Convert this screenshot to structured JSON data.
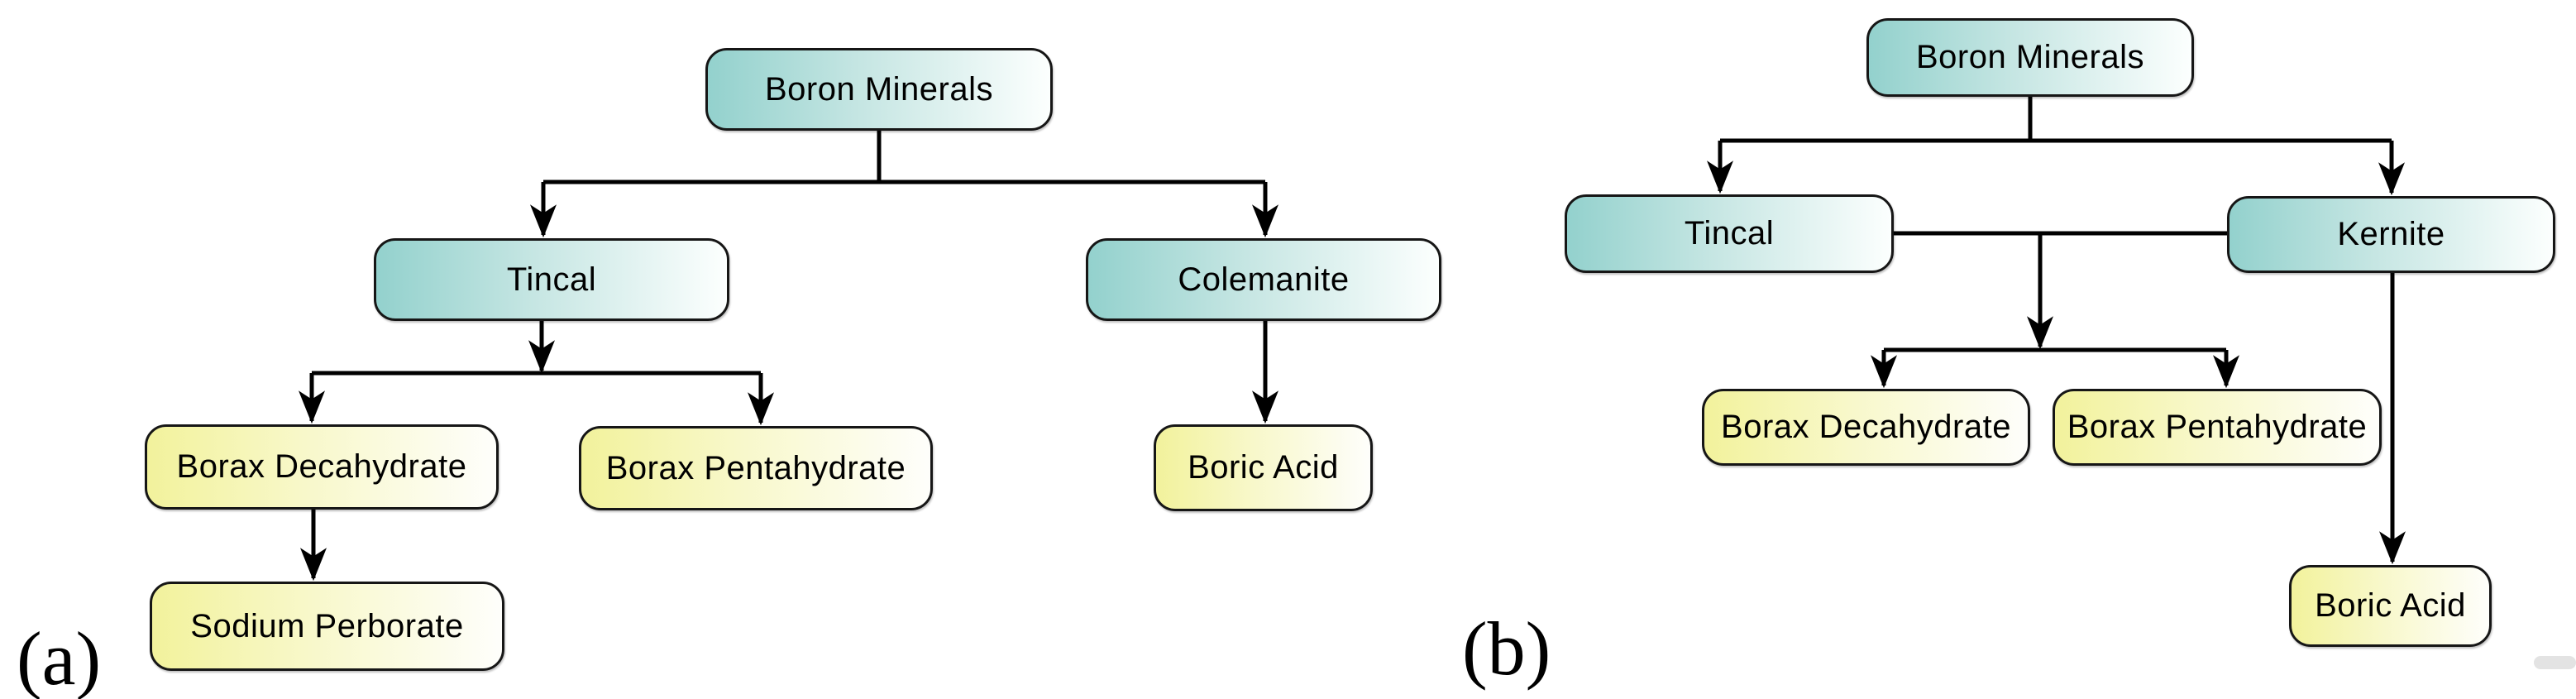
{
  "figure": {
    "colors": {
      "mineral_start": "#93d1cd",
      "mineral_end": "#fcfffe",
      "product_start": "#f2f29c",
      "product_end": "#fefefb",
      "line": "#000000"
    },
    "panel_a": {
      "label": "(a)",
      "nodes": {
        "boron_minerals": "Boron Minerals",
        "tincal": "Tincal",
        "colemanite": "Colemanite",
        "borax_decahydrate": "Borax Decahydrate",
        "borax_pentahydrate": "Borax Pentahydrate",
        "sodium_perborate": "Sodium Perborate",
        "boric_acid": "Boric Acid"
      },
      "edges": [
        {
          "from": "Boron Minerals",
          "to": "Tincal"
        },
        {
          "from": "Boron Minerals",
          "to": "Colemanite"
        },
        {
          "from": "Tincal",
          "to": "Borax Decahydrate"
        },
        {
          "from": "Tincal",
          "to": "Borax Pentahydrate"
        },
        {
          "from": "Borax Decahydrate",
          "to": "Sodium Perborate"
        },
        {
          "from": "Colemanite",
          "to": "Boric Acid"
        }
      ]
    },
    "panel_b": {
      "label": "(b)",
      "nodes": {
        "boron_minerals": "Boron Minerals",
        "tincal": "Tincal",
        "kernite": "Kernite",
        "borax_decahydrate": "Borax Decahydrate",
        "borax_pentahydrate": "Borax Pentahydrate",
        "boric_acid": "Boric Acid"
      },
      "edges": [
        {
          "from": "Boron Minerals",
          "to": "Tincal"
        },
        {
          "from": "Boron Minerals",
          "to": "Kernite"
        },
        {
          "from": "Tincal + Kernite",
          "to": "Borax Decahydrate"
        },
        {
          "from": "Tincal + Kernite",
          "to": "Borax Pentahydrate"
        },
        {
          "from": "Kernite",
          "to": "Boric Acid"
        }
      ]
    }
  }
}
